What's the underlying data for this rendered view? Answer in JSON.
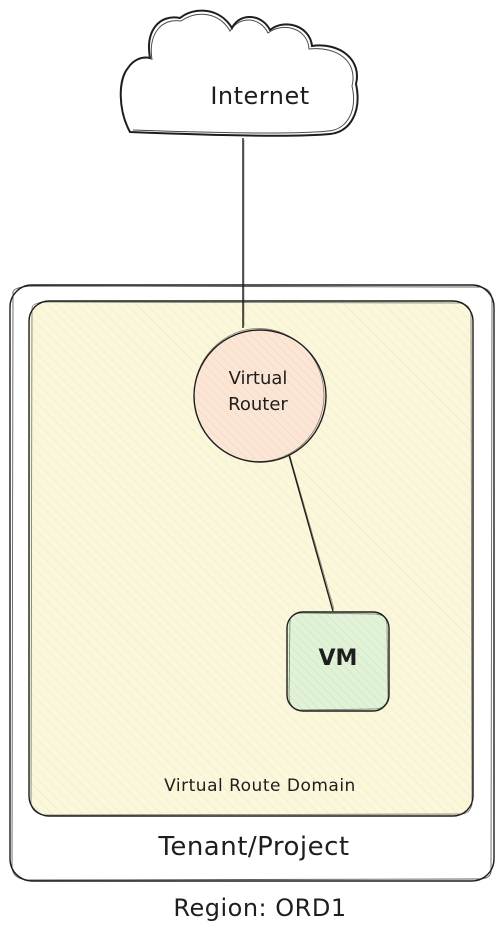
{
  "diagram": {
    "internet_label": "Internet",
    "router_line1": "Virtual",
    "router_line2": "Router",
    "vm_label": "VM",
    "domain_label": "Virtual Route Domain",
    "tenant_label": "Tenant/Project",
    "region_label": "Region: ORD1"
  },
  "colors": {
    "stroke": "#1e1e1e",
    "domain_fill": "#fbf7dc",
    "domain_hatch": "#eadf9a",
    "router_fill": "#fbe6d6",
    "router_hatch": "#f0bfa0",
    "vm_fill": "#e2f2d8",
    "vm_hatch": "#b5dba0"
  }
}
